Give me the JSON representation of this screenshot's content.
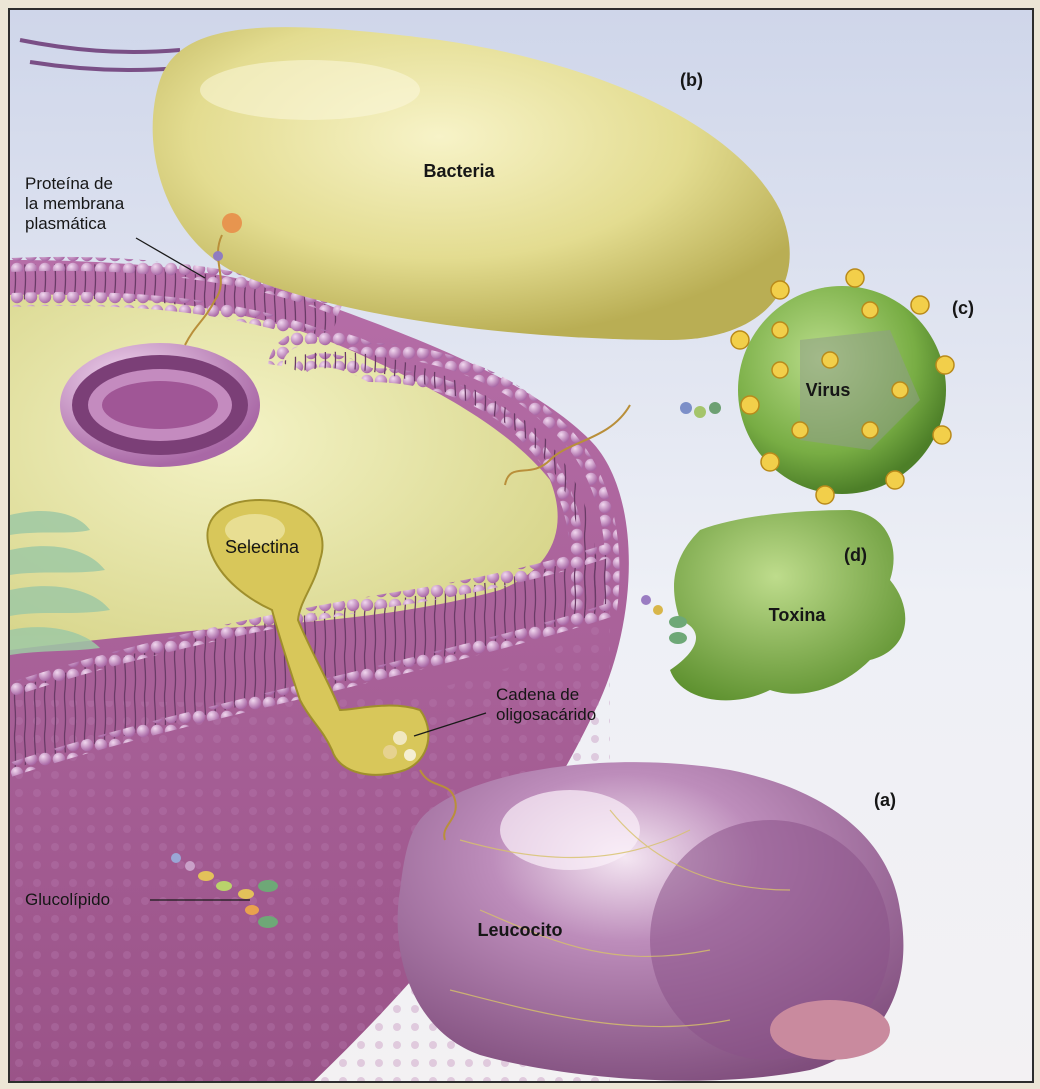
{
  "labels": {
    "bacteria": "Bacteria",
    "virus": "Virus",
    "toxina": "Toxina",
    "leucocito": "Leucocito",
    "selectina": "Selectina",
    "proteina": "Proteína de\nla membrana\nplasmática",
    "cadena": "Cadena de\noligosacárido",
    "glucolipido": "Glucolípido"
  },
  "panels": {
    "a": "(a)",
    "b": "(b)",
    "c": "(c)",
    "d": "(d)"
  },
  "colors": {
    "background": "#e4e8ef",
    "cell_membrane": "#b97ab8",
    "cell_body": "#a45d93",
    "cytoplasm": "#eaeaa0",
    "bacteria": "#e8e19b",
    "virus": "#7fb34d",
    "toxin": "#8fbf4f",
    "leukocyte": "#a474a4",
    "selectin": "#d9c85a",
    "oligosaccharide": "#d7b64a"
  }
}
